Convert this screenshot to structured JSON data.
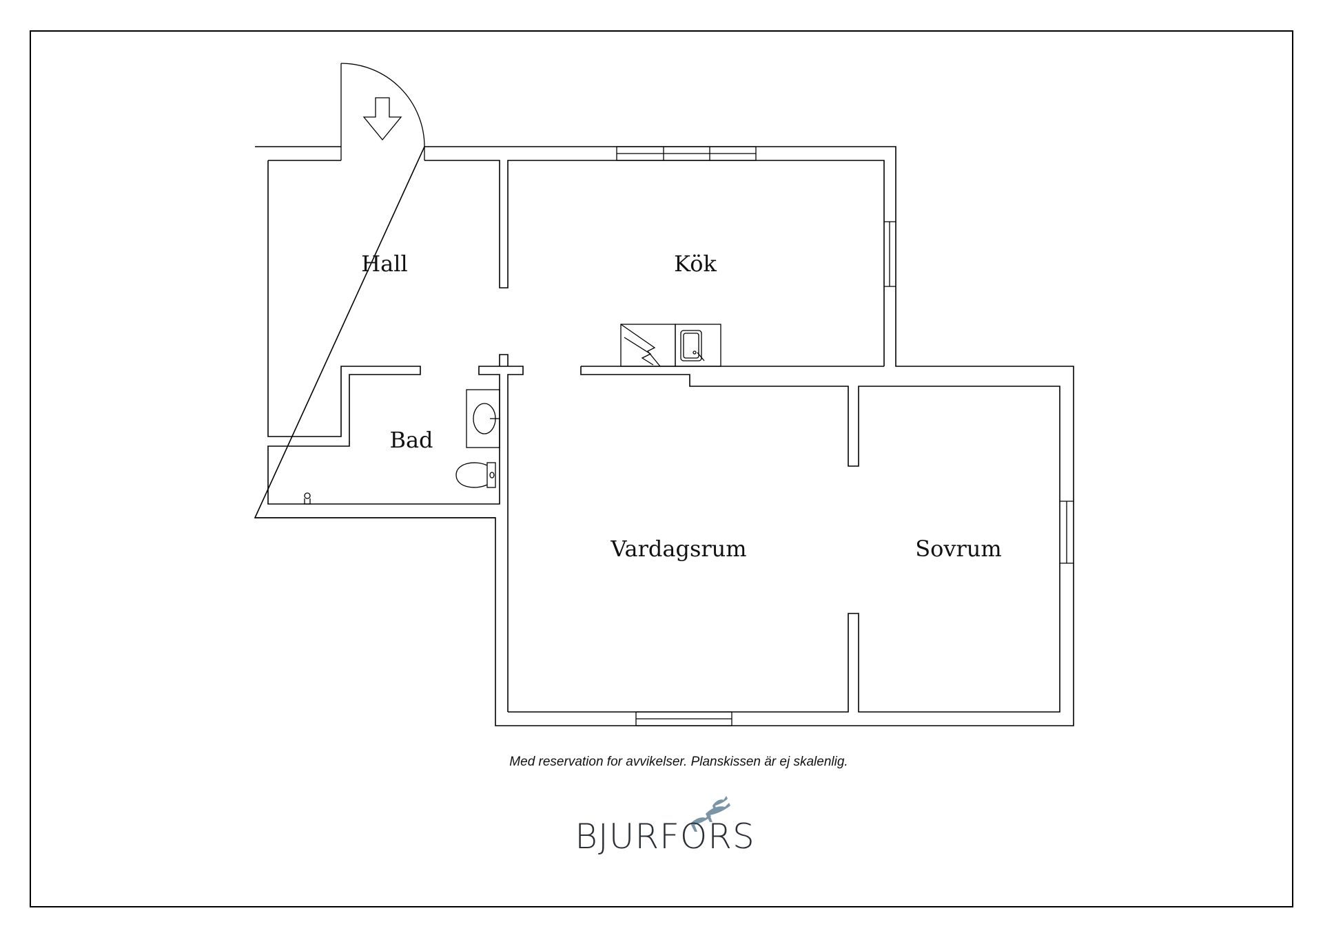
{
  "rooms": {
    "hall": "Hall",
    "kok": "Kök",
    "bad": "Bad",
    "vardagsrum": "Vardagsrum",
    "sovrum": "Sovrum"
  },
  "disclaimer": "Med reservation for avvikelser. Planskissen är ej skalenlig.",
  "brand": {
    "name": "BJURFORS",
    "text_color": "#2a2f35",
    "bird_color": "#7b95a6",
    "logo_icon": "flying-birds-icon"
  },
  "colors": {
    "line": "#000000",
    "background": "#ffffff"
  }
}
